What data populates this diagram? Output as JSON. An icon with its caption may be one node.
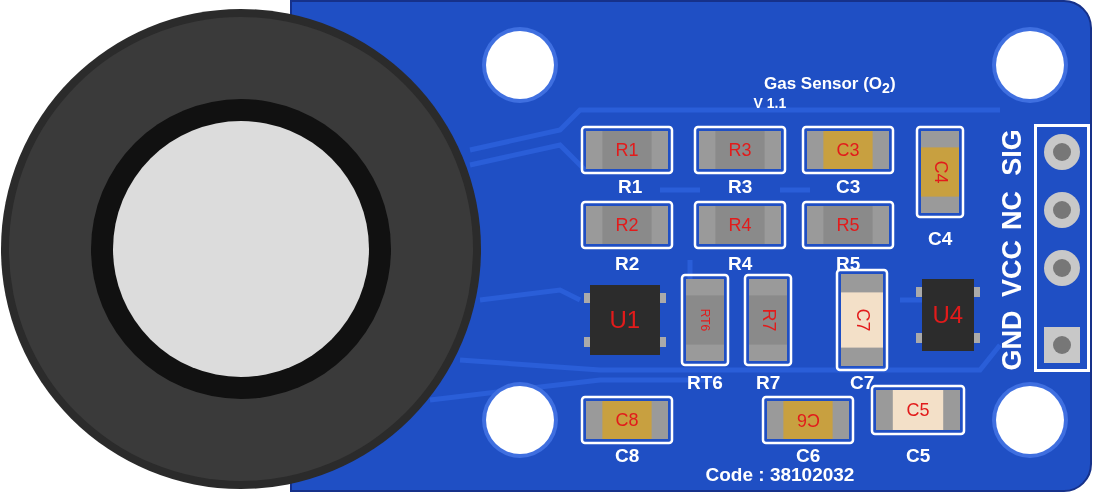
{
  "diagram": {
    "labels": [
      "Gas Sensor (O$_{2}$)",
      "V 1.1",
      "R1",
      "R3",
      "C3",
      "C4",
      "SIG",
      "NC",
      "VCC",
      "GND",
      "R1",
      "R3",
      "C3",
      "C4",
      "R2",
      "R4",
      "R5",
      "R2",
      "R4",
      "R5",
      "U1",
      "RT6",
      "R7",
      "C7",
      "U4",
      "RT6",
      "R7",
      "C7",
      "C8",
      "C6",
      "C5",
      "C8",
      "C6",
      "C5",
      "Code : 38102032"
    ]
  }
}
